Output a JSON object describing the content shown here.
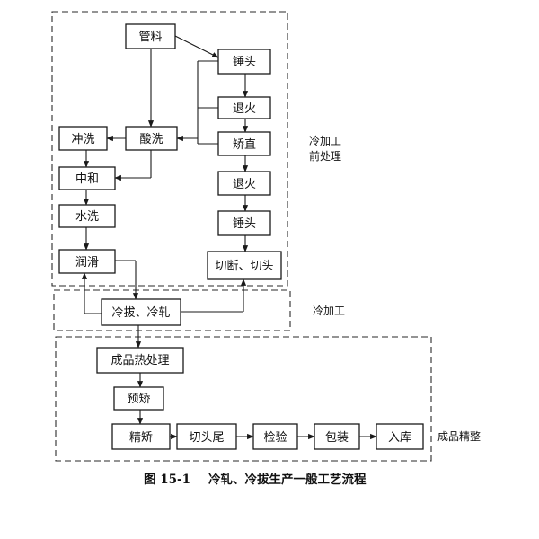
{
  "nodes": {
    "guanliao": "管料",
    "chuitou1": "锤头",
    "tuihuo1": "退火",
    "suanxi": "酸洗",
    "chongxi": "冲洗",
    "jiaozhi": "矫直",
    "zhonghe": "中和",
    "tuihuo2": "退火",
    "shuixi": "水洗",
    "chuitou2": "锤头",
    "runhua": "润滑",
    "qieduan": "切断、切头",
    "lengba": "冷拔、冷轧",
    "rechuli": "成品热处理",
    "yujiao": "预矫",
    "jingjiao": "精矫",
    "qietouwei": "切头尾",
    "jianyan": "检验",
    "baozhuang": "包装",
    "ruku": "入库"
  },
  "regions": {
    "pre_line1": "冷加工",
    "pre_line2": "前处理",
    "cold": "冷加工",
    "finish": "成品精整"
  },
  "caption": {
    "number": "图 15-1",
    "title": "冷轧、冷拔生产一般工艺流程"
  },
  "colors": {
    "line": "#1a1a1a",
    "background": "#ffffff"
  }
}
